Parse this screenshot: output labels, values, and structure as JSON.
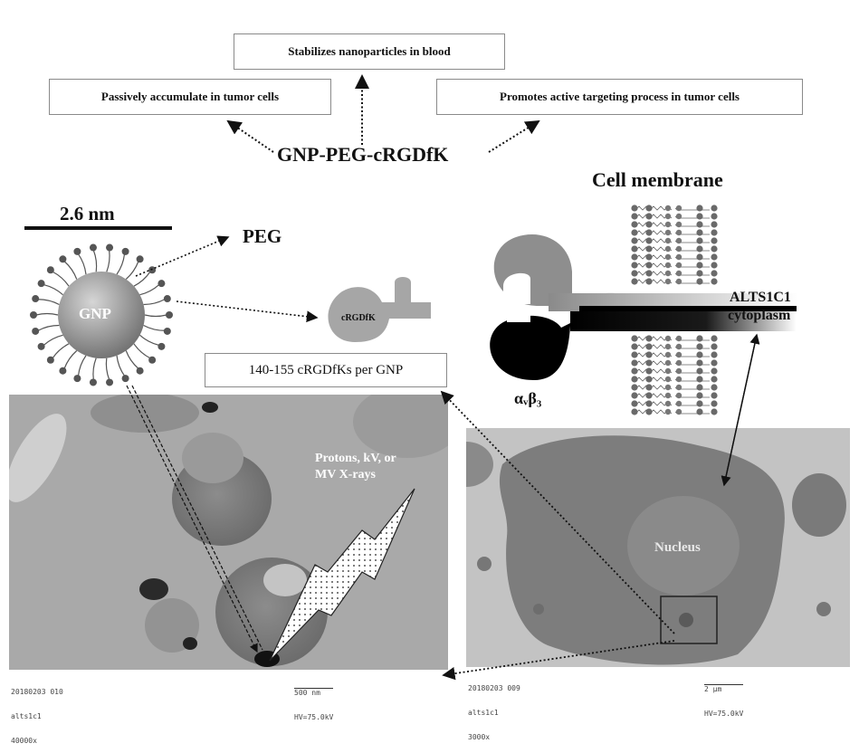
{
  "top": {
    "box_center": "Stabilizes nanoparticles in blood",
    "box_left": "Passively accumulate in tumor cells",
    "box_right": "Promotes active targeting process in tumor cells",
    "compound": "GNP-PEG-cRGDfK"
  },
  "nanoparticle": {
    "scale": "2.6 nm",
    "core_label": "GNP",
    "peg_label": "PEG",
    "peptide_label": "cRGDfK",
    "count_box": "140-155 cRGDfKs per GNP"
  },
  "membrane": {
    "title": "Cell membrane",
    "cell_line": "ALTS1C1",
    "cytoplasm": "cytoplasm",
    "integrin": "αᵥβ₃"
  },
  "micrographs": {
    "radiation": [
      "Protons, kV, or",
      "MV X-rays"
    ],
    "nucleus": "Nucleus",
    "left_caption_lines": [
      "20180203 010",
      "alts1c1",
      "40000x"
    ],
    "left_scale_lines": [
      "500 nm",
      "HV=75.0kV"
    ],
    "right_caption_lines": [
      "20180203 009",
      "alts1c1",
      "3000x"
    ],
    "right_scale_lines": [
      "2 μm",
      "HV=75.0kV"
    ]
  },
  "colors": {
    "micrograph_bg": "#a9a9a9",
    "cell_body": "#7d7d7d",
    "gnp_core": "#8e8e8e",
    "peg_bead": "#555555"
  }
}
